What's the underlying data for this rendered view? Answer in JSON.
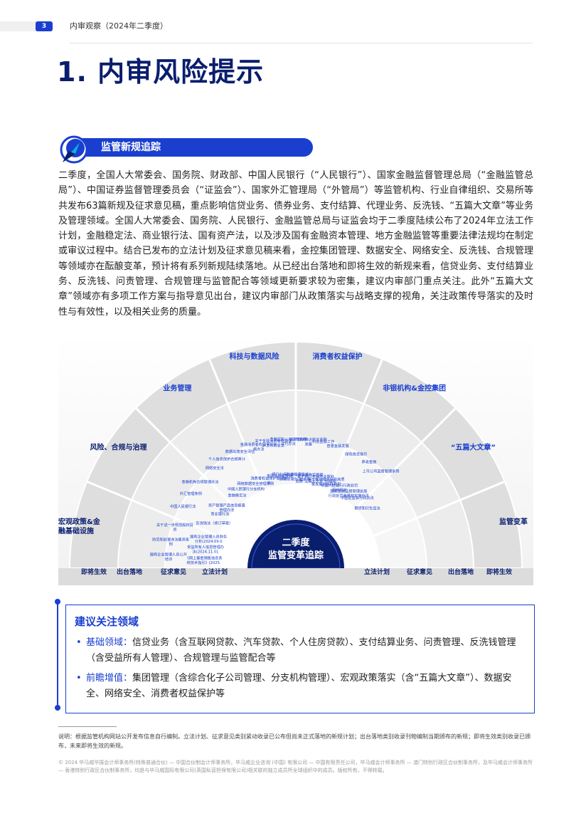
{
  "header": {
    "page_number": "3",
    "doc_title": "内审观察（2024年二季度）"
  },
  "main_title": "1. 内审风险提示",
  "section": {
    "label": "监管新规追踪"
  },
  "intro": "二季度，全国人大常委会、国务院、财政部、中国人民银行（“人民银行”）、国家金融监督管理总局（“金融监管总局”）、中国证券监督管理委员会（“证监会”）、国家外汇管理局（“外管局”）等监管机构、行业自律组织、交易所等共发布63篇新规及征求意见稿，重点影响信贷业务、债券业务、支付结算、代理业务、反洗钱、“五篇大文章”等业务及管理领域。全国人大常委会、国务院、人民银行、金融监管总局与证监会均于二季度陆续公布了2024年立法工作计划，金融稳定法、商业银行法、国有资产法，以及涉及国有金融资本管理、地方金融监管等重要法律法规均在制定或审议过程中。结合已发布的立法计划及征求意见稿来看，金控集团管理、数据安全、网络安全、反洗钱、合规管理等领域亦在酝酿变革，预计将有系列新规陆续落地。从已经出台落地和即将生效的新规来看，信贷业务、支付结算业务、反洗钱、问责管理、合规管理与监管配合等领域更新要求较为密集，建议内审部门重点关注。此外“五篇大文章”领域亦有多项工作方案与指导意见出台，建议内审部门从政策落实与战略支撑的视角，关注政策传导落实的及时性与有效性，以及相关业务的质量。",
  "diagram": {
    "center_line1": "二季度",
    "center_line2": "监管变革追踪",
    "sectors": [
      "宏观政策&金融基础设施",
      "风险、合规与治理",
      "业务管理",
      "科技与数据风险",
      "消费者权益保护",
      "非银机构&金控集团",
      "“五篇大文章”",
      "监管变革"
    ],
    "rings_left": [
      "即将生效",
      "出台落地",
      "征求意见",
      "立法计划"
    ],
    "rings_right": [
      "立法计划",
      "征求意见",
      "出台落地",
      "即将生效"
    ],
    "items": [
      "《网上基金销售信息系统技术指引》(2025.01.01)",
      "受益所有人信息管理办法(2024.11.01)",
      "国有企业管理人员财务分析(2024.09.01)",
      "国有企业管理人员公开培训",
      "防范和处置非法集资条例",
      "关于进一步规范股权投资",
      "反洗钱法（修订草案）",
      "商业银行法",
      "资产管理产品信息披露管理办法",
      "中国人民银行法",
      "外汇管理条例",
      "金融机构合规管理办法",
      "金融稳定法",
      "中国人民银行分支机构",
      "网络数据安全管理条例",
      "网络安全法",
      "个人信息保护合规审计",
      "数据出境安全评估",
      "消费者权益保护管理办法",
      "金融消费者投诉",
      "银行业保险业消费投诉处理管理办法",
      "金融消费者权益保护实施办法",
      "关于金融消费者权益保护工作的意见",
      "金融控股公司监督管理试行办法",
      "非银行支付机构监督管理条例",
      "关于银行业保险业做好金融“五篇大文章”的指导意见",
      "关于推动绿色保险高质量发展的指导意见",
      "关于加快推进数字金融发展",
      "科技金融工作",
      "普惠金融发展",
      "中国人民银行行政处罚程序规定",
      "国家金融监督管理总局行政处罚裁量权实施办法",
      "中国证监会行政执法",
      "绿色信贷指引",
      "养老金融",
      "上市公司监督管理条例",
      "期货和衍生品法"
    ],
    "colors": {
      "primary": "#1a3fcf",
      "sector_label": "#1a3fcf",
      "ring_outer": "#dedede",
      "item_text": "#1a3fcf",
      "center": "#0a1e6e"
    }
  },
  "focus": {
    "title": "建议关注领域",
    "items": [
      {
        "key": "基础领域：",
        "text": "信贷业务（含互联网贷款、汽车贷款、个人住房贷款）、支付结算业务、问责管理、反洗钱管理（含受益所有人管理）、合规管理与监管配合等"
      },
      {
        "key": "前瞻增值：",
        "text": "集团管理（含综合化子公司管理、分支机构管理）、宏观政策落实（含“五篇大文章”）、数据安全、网络安全、消费者权益保护等"
      }
    ]
  },
  "note": "说明：根据监管机构网站公开发布信息自行编制。立法计划、征求意见类别紧动收录已公布但尚未正式落地的新规计划；出台落地类别收录刊物编制当期颁布的新规；即将生效类别收录已颁布，未来即将生效的新规。",
  "copyright": "© 2024 毕马威华振会计师事务所(特殊普通合伙) — 中国合伙制会计师事务所，毕马威企业咨询 (中国) 有限公司 — 中国有限责任公司，毕马威会计师事务所 — 澳门特别行政区合伙制事务所，及毕马威会计师事务所 — 香港特别行政区合伙制事务所，均是与毕马威国际有限公司(英国私营担保有限公司)相关联的独立成员所全球组织中的成员。版权所有，不得转载。"
}
